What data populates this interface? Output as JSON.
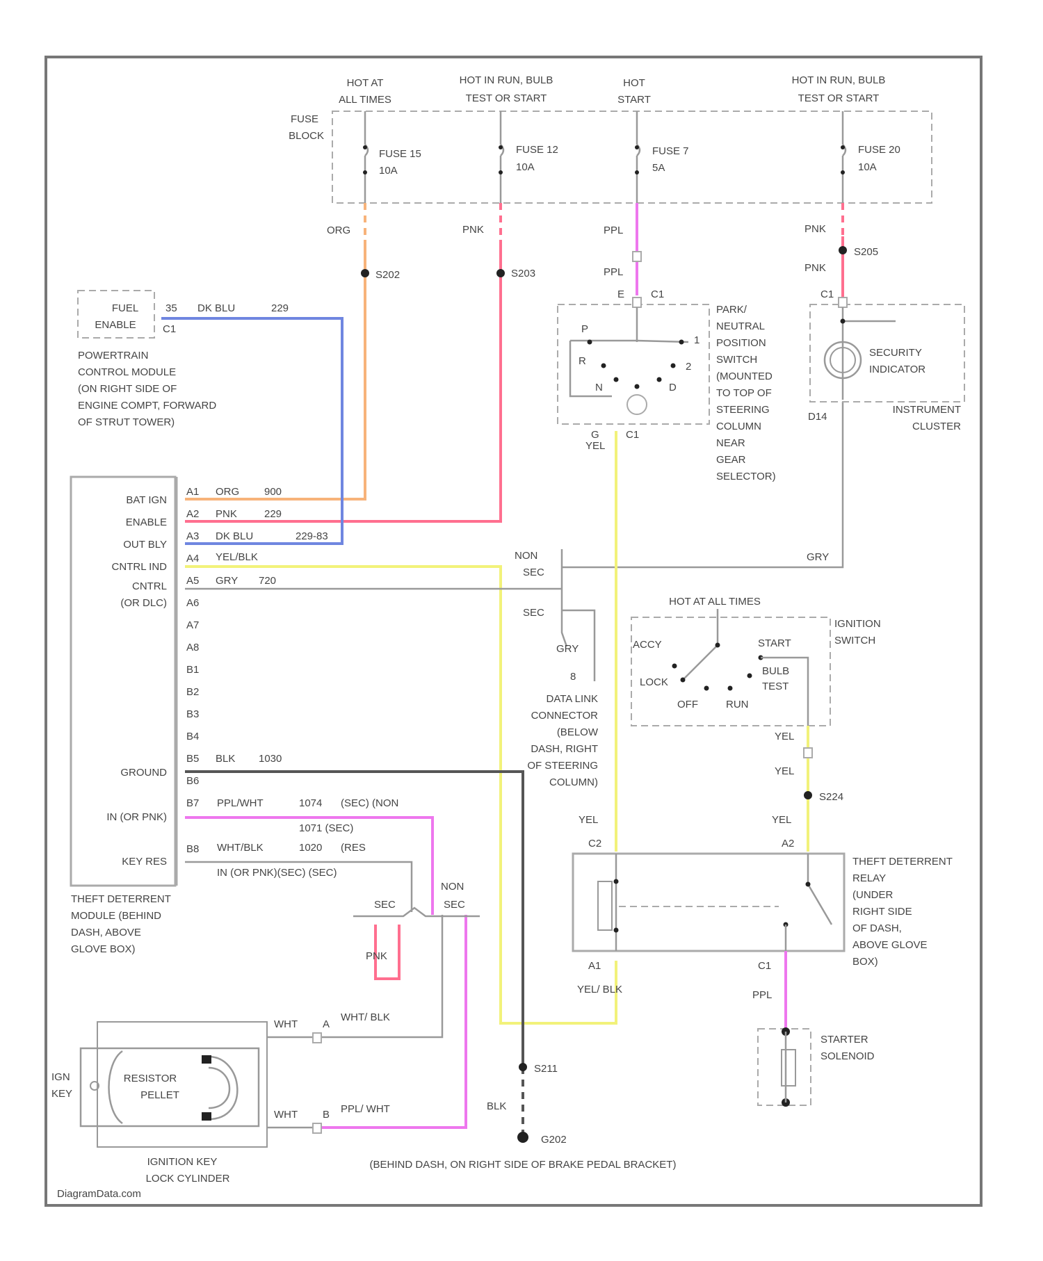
{
  "colors": {
    "orange": "#f7b37a",
    "pink": "#ff6f8f",
    "blue": "#6f86e0",
    "purple": "#ee77ee",
    "yellow": "#f2f27a",
    "gray": "#b0b0b0",
    "black": "#555555"
  },
  "top_sources": [
    {
      "line1": "HOT AT",
      "line2": "ALL TIMES"
    },
    {
      "line1": "HOT IN RUN, BULB",
      "line2": "TEST OR START"
    },
    {
      "line1": "HOT",
      "line2": "START"
    },
    {
      "line1": "HOT IN RUN, BULB",
      "line2": "TEST OR START"
    }
  ],
  "fuse_block": {
    "line1": "FUSE",
    "line2": "BLOCK"
  },
  "fuses": [
    {
      "name": "FUSE 15",
      "rating": "10A"
    },
    {
      "name": "FUSE 12",
      "rating": "10A"
    },
    {
      "name": "FUSE 7",
      "rating": "5A"
    },
    {
      "name": "FUSE 20",
      "rating": "10A"
    }
  ],
  "wire_colors": {
    "org": "ORG",
    "pnk": "PNK",
    "ppl": "PPL",
    "yel": "YEL",
    "gry": "GRY",
    "blk": "BLK",
    "yel_blk": "YEL/\nBLK",
    "wht": "WHT",
    "wht_blk": "WHT/\nBLK",
    "ppl_wht": "PPL/\nWHT"
  },
  "splices": {
    "s202": "S202",
    "s203": "S203",
    "s205": "S205",
    "s224": "S224",
    "s211": "S211",
    "g202": "G202"
  },
  "pcm": {
    "box1": "FUEL",
    "box2": "ENABLE",
    "pin": "35",
    "wire": "DK BLU",
    "circuit": "229",
    "conn": "C1",
    "desc": [
      "POWERTRAIN",
      "CONTROL MODULE",
      "(ON RIGHT SIDE OF",
      "ENGINE COMPT, FORWARD",
      "OF STRUT TOWER)"
    ]
  },
  "tdm": {
    "labels": [
      "BAT IGN",
      "ENABLE",
      "OUT BLY",
      "CNTRL IND",
      "CNTRL",
      "(OR DLC)",
      "GROUND",
      "IN (OR PNK)",
      "KEY RES"
    ],
    "pins": [
      "A1",
      "A2",
      "A3",
      "A4",
      "A5",
      "A6",
      "A7",
      "A8",
      "B1",
      "B2",
      "B3",
      "B4",
      "B5",
      "B6",
      "B7",
      "B8"
    ],
    "wires": [
      {
        "color": "ORG",
        "circuit": "900"
      },
      {
        "color": "PNK",
        "circuit": "229"
      },
      {
        "color": "DK BLU",
        "circuit": "229-83"
      },
      {
        "color": "YEL/BLK",
        "circuit": ""
      },
      {
        "color": "GRY",
        "circuit": "720"
      },
      {
        "color": "BLK",
        "circuit": "1030"
      },
      {
        "color": "PPL/WHT",
        "circuit": "1074"
      },
      {
        "color": "WHT/BLK",
        "circuit": "1020"
      }
    ],
    "note_b7a": "(SEC) (NON",
    "note_b7b": "1071   (SEC)",
    "note_b8a": "(RES",
    "note_b8b": "IN (OR PNK)(SEC)   (SEC)",
    "desc": [
      "THEFT DETERRENT",
      "MODULE (BEHIND",
      "DASH, ABOVE",
      "GLOVE BOX)"
    ]
  },
  "pnp_switch": {
    "conn": "C1",
    "pin_e": "E",
    "pin_g": "G",
    "positions": [
      "P",
      "R",
      "N",
      "D",
      "2",
      "1"
    ],
    "desc": [
      "PARK/",
      "NEUTRAL",
      "POSITION",
      "SWITCH",
      "(MOUNTED",
      "TO TOP OF",
      "STEERING",
      "COLUMN",
      "NEAR",
      "GEAR",
      "SELECTOR)"
    ]
  },
  "cluster": {
    "conn": "C1",
    "pin": "D14",
    "indicator": [
      "SECURITY",
      "INDICATOR"
    ],
    "desc": [
      "INSTRUMENT",
      "CLUSTER"
    ]
  },
  "dlc": {
    "non_sec": [
      "NON",
      "SEC"
    ],
    "sec": "SEC",
    "pin": "8",
    "desc": [
      "DATA LINK",
      "CONNECTOR",
      "(BELOW",
      "DASH, RIGHT",
      "OF STEERING",
      "COLUMN)"
    ]
  },
  "ignition_switch": {
    "title": "HOT AT ALL TIMES",
    "positions": [
      "ACCY",
      "LOCK",
      "OFF",
      "RUN",
      "START",
      "BULB",
      "TEST"
    ],
    "desc": [
      "IGNITION",
      "SWITCH"
    ]
  },
  "relay": {
    "pins": [
      "C2",
      "A2",
      "A1",
      "C1"
    ],
    "desc": [
      "THEFT DETERRENT",
      "RELAY",
      "(UNDER",
      "RIGHT SIDE",
      "OF DASH,",
      "ABOVE GLOVE",
      "BOX)"
    ]
  },
  "starter": {
    "desc": [
      "STARTER",
      "SOLENOID"
    ]
  },
  "key_lock": {
    "ign_key": [
      "IGN",
      "KEY"
    ],
    "pellet": [
      "RESISTOR",
      "PELLET"
    ],
    "pin_a": "A",
    "pin_b": "B",
    "desc": [
      "IGNITION KEY",
      "LOCK CYLINDER"
    ]
  },
  "sec_labels": {
    "sec": "SEC",
    "non": "NON",
    "pnk": "PNK"
  },
  "ground_desc": "(BEHIND DASH, ON RIGHT SIDE OF BRAKE PEDAL BRACKET)",
  "watermark": "DiagramData.com"
}
